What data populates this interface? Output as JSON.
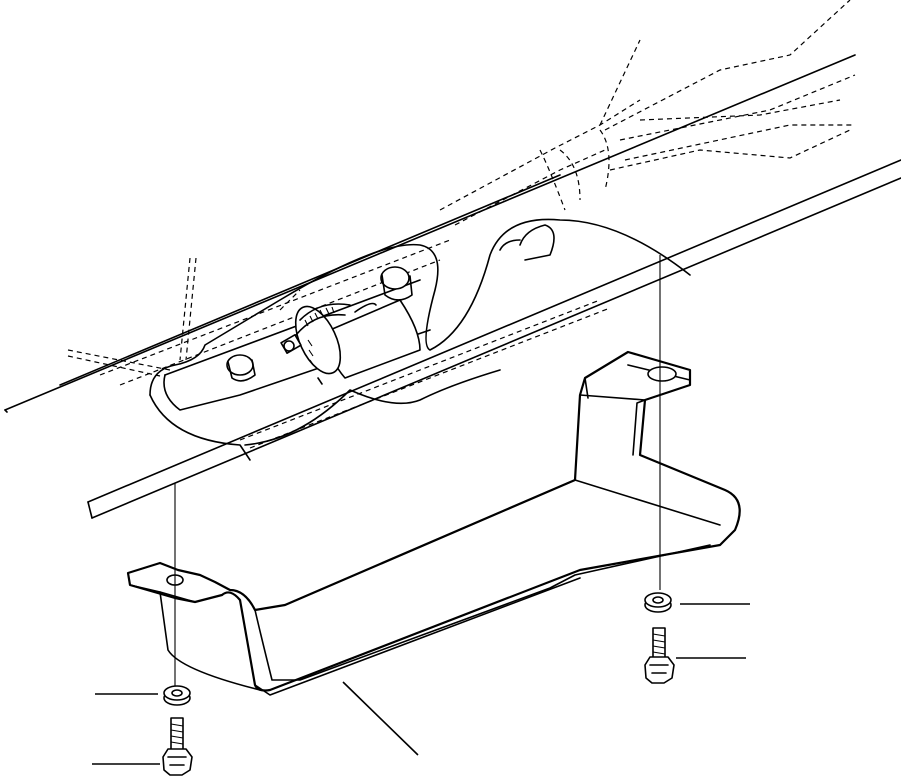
{
  "diagram": {
    "type": "exploded-parts-view",
    "line_color": "#000000",
    "background": "#ffffff",
    "parts": [
      {
        "id": "bracket",
        "icon": "u-shaped-mounting-bracket"
      },
      {
        "id": "washer-right",
        "icon": "flat-washer"
      },
      {
        "id": "bolt-right",
        "icon": "hex-bolt"
      },
      {
        "id": "washer-left",
        "icon": "flat-washer"
      },
      {
        "id": "bolt-left",
        "icon": "hex-bolt"
      },
      {
        "id": "hose",
        "icon": "hose-with-clamp"
      },
      {
        "id": "frame-rail",
        "icon": "frame-rail"
      }
    ],
    "callout_count": 5
  }
}
